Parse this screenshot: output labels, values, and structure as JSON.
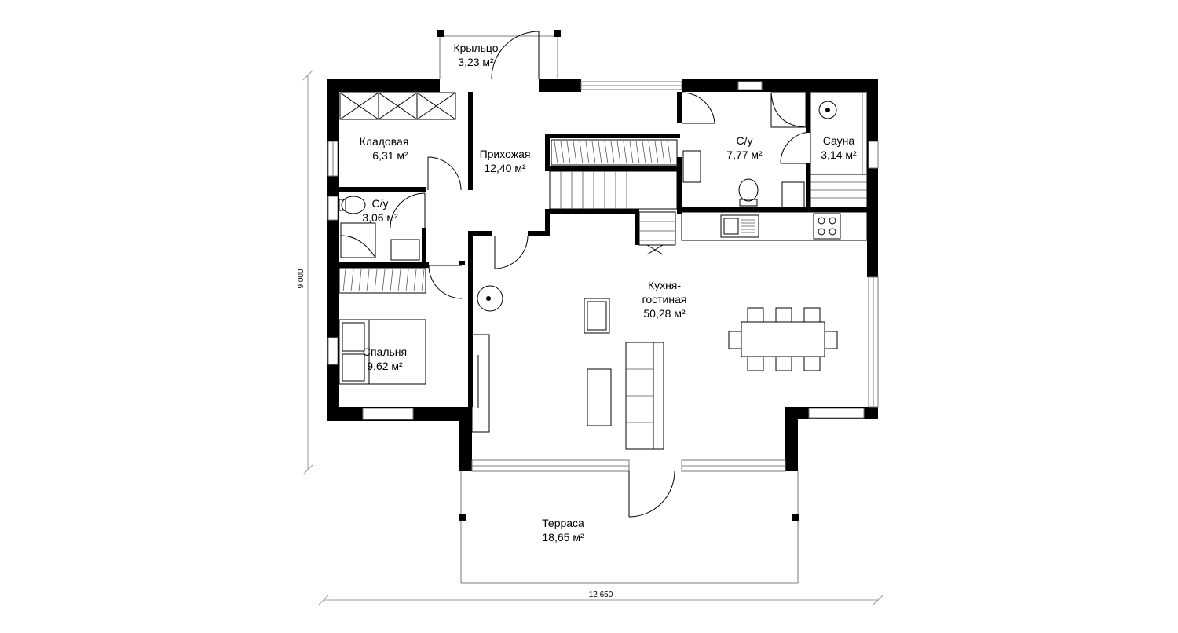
{
  "rooms": {
    "porch": {
      "name": "Крыльцо",
      "area": "3,23 м²"
    },
    "storage": {
      "name": "Кладовая",
      "area": "6,31 м²"
    },
    "hall": {
      "name": "Прихожая",
      "area": "12,40 м²"
    },
    "bath_big": {
      "name": "С/у",
      "area": "7,77 м²"
    },
    "sauna": {
      "name": "Сауна",
      "area": "3,14 м²"
    },
    "bath_small": {
      "name": "С/у",
      "area": "3,06 м²"
    },
    "living": {
      "name_line1": "Кухня-",
      "name_line2": "гостиная",
      "area": "50,28 м²"
    },
    "bedroom": {
      "name": "Спальня",
      "area": "9,62 м²"
    },
    "terrace": {
      "name": "Терраса",
      "area": "18,65 м²"
    }
  },
  "dimensions": {
    "height": "9 000",
    "width": "12 650"
  }
}
